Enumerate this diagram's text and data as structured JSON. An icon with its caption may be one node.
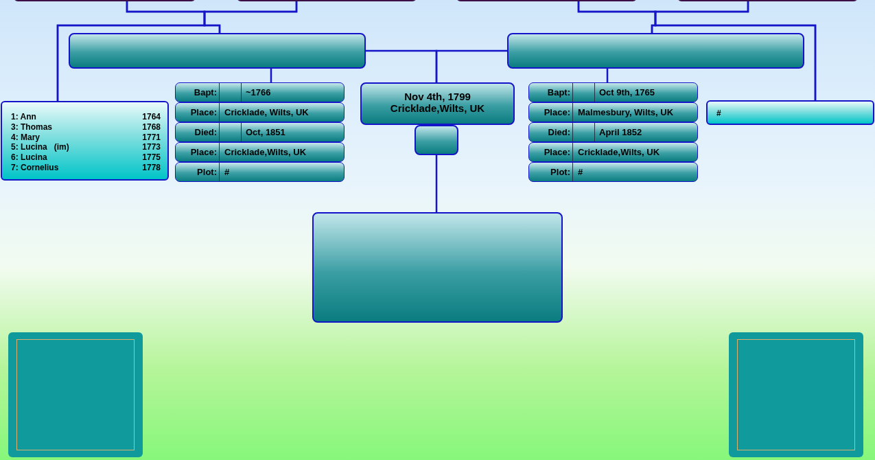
{
  "diagram": {
    "nodes": [
      {
        "text": [],
        "shape": "box"
      },
      {
        "text": [],
        "shape": "box"
      },
      {
        "text": [],
        "shape": "box"
      },
      {
        "text": [],
        "shape": "box"
      },
      {
        "text": [],
        "shape": "box"
      },
      {
        "text": [],
        "shape": "box"
      },
      {
        "text": [
          "1: Ann",
          "1764",
          "3: Thomas",
          "1768",
          "4: Mary",
          "1771",
          "5: Lucina   (im)",
          "1773",
          "6: Lucina",
          "1775",
          "7: Cornelius",
          "1778"
        ]
      },
      {
        "text": [
          "Bapt:",
          "~1766"
        ]
      },
      {
        "text": [
          "Place:",
          "Cricklade, Wilts, UK"
        ]
      },
      {
        "text": [
          "Died:",
          "Oct, 1851"
        ]
      },
      {
        "text": [
          "Place:",
          "Cricklade,Wilts, UK"
        ]
      },
      {
        "text": [
          "Plot:",
          "#"
        ]
      },
      {
        "text": [
          "Nov 4th, 1799",
          "Cricklade,Wilts, UK"
        ]
      },
      {
        "text": [],
        "shape": "box"
      },
      {
        "text": [],
        "shape": "box"
      },
      {
        "text": [
          "Bapt:",
          "Oct 9th, 1765"
        ]
      },
      {
        "text": [
          "Place:",
          "Malmesbury, Wilts, UK"
        ]
      },
      {
        "text": [
          "Died:",
          "April 1852"
        ]
      },
      {
        "text": [
          "Place:",
          "Cricklade,Wilts, UK"
        ]
      },
      {
        "text": [
          "Plot:",
          "#"
        ]
      },
      {
        "text": [
          "#"
        ]
      },
      {
        "text": [],
        "shape": "box"
      },
      {
        "text": [],
        "shape": "box"
      }
    ],
    "edges": [
      {
        "from": 0,
        "to": 4,
        "arrow": "none"
      },
      {
        "from": 1,
        "to": 4,
        "arrow": "none"
      },
      {
        "from": 0,
        "to": 6,
        "arrow": "none"
      },
      {
        "from": 1,
        "to": 6,
        "arrow": "none"
      },
      {
        "from": 4,
        "to": 7,
        "arrow": "none"
      },
      {
        "from": 4,
        "to": 12,
        "arrow": "none"
      },
      {
        "from": 5,
        "to": 12,
        "arrow": "none"
      },
      {
        "from": 13,
        "to": 14,
        "arrow": "none"
      },
      {
        "from": 2,
        "to": 5,
        "arrow": "none"
      },
      {
        "from": 3,
        "to": 5,
        "arrow": "none"
      },
      {
        "from": 2,
        "to": 20,
        "arrow": "none"
      },
      {
        "from": 3,
        "to": 20,
        "arrow": "none"
      },
      {
        "from": 5,
        "to": 15,
        "arrow": "none"
      }
    ]
  }
}
